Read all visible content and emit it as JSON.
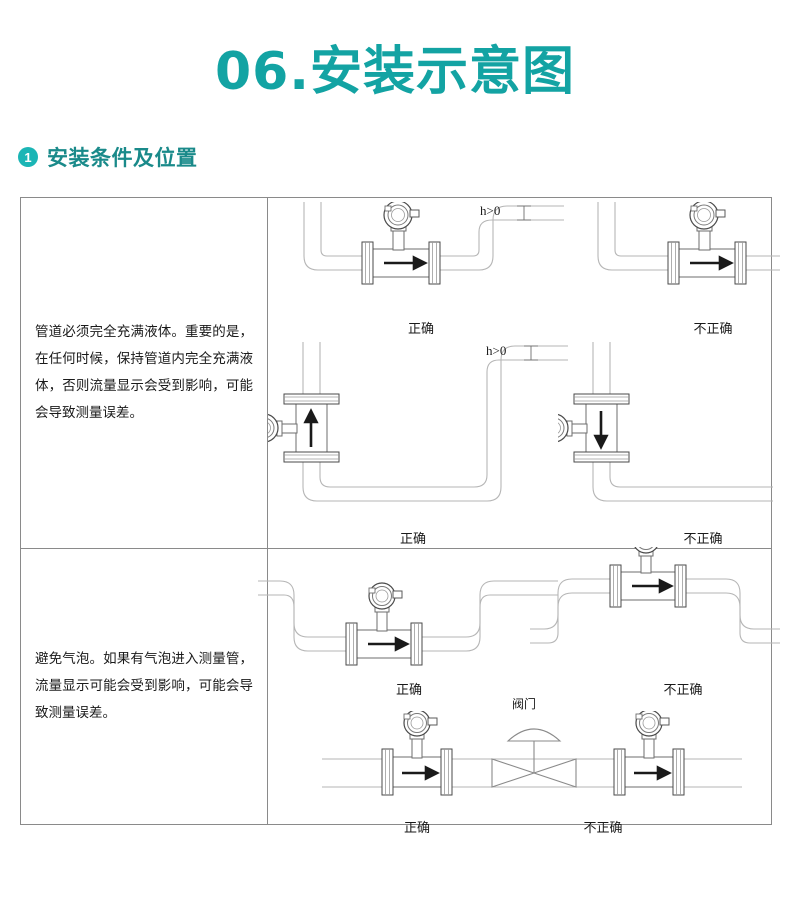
{
  "header": {
    "title": "06.安装示意图",
    "title_color": "#13a3a3"
  },
  "section": {
    "badge": "1",
    "badge_color": "#1bb5b5",
    "title": "安装条件及位置",
    "title_color": "#1a8a8a"
  },
  "table": {
    "border_color": "#8a8a8a",
    "rows": [
      {
        "id": "full-pipe",
        "description": "管道必须完全充满液体。重要的是，在任何时候，保持管道内完全充满液体，否则流量显示会受到影响，可能会导致测量误差。",
        "figures": [
          {
            "id": "horizontal-correct",
            "caption": "正确",
            "annotation": "h>0",
            "flow_direction": "right",
            "orientation": "horizontal"
          },
          {
            "id": "horizontal-incorrect",
            "caption": "不正确",
            "annotation": "",
            "flow_direction": "right",
            "orientation": "horizontal"
          },
          {
            "id": "vertical-correct",
            "caption": "正确",
            "annotation": "h>0",
            "flow_direction": "up",
            "orientation": "vertical"
          },
          {
            "id": "vertical-incorrect",
            "caption": "不正确",
            "annotation": "",
            "flow_direction": "down",
            "orientation": "vertical"
          }
        ]
      },
      {
        "id": "air-bubble",
        "description": "避免气泡。如果有气泡进入测量管，流量显示可能会受到影响，可能会导致测量误差。",
        "figures": [
          {
            "id": "low-point-correct",
            "caption": "正确",
            "annotation": "",
            "flow_direction": "right",
            "orientation": "horizontal"
          },
          {
            "id": "high-point-incorrect",
            "caption": "不正确",
            "annotation": "",
            "flow_direction": "right",
            "orientation": "horizontal"
          },
          {
            "id": "valve-before-correct",
            "caption": "正确",
            "annotation": "阀门",
            "flow_direction": "right",
            "orientation": "horizontal"
          },
          {
            "id": "valve-after-incorrect",
            "caption": "不正确",
            "annotation": "",
            "flow_direction": "right",
            "orientation": "horizontal"
          }
        ]
      }
    ]
  },
  "labels": {
    "correct": "正确",
    "incorrect": "不正确",
    "valve": "阀门",
    "height_gt_zero": "h>0"
  },
  "colors": {
    "pipe_line": "#b6b6b6",
    "device_line": "#4a4a4a",
    "arrow": "#1a1a1a",
    "text": "#1a1a1a"
  }
}
